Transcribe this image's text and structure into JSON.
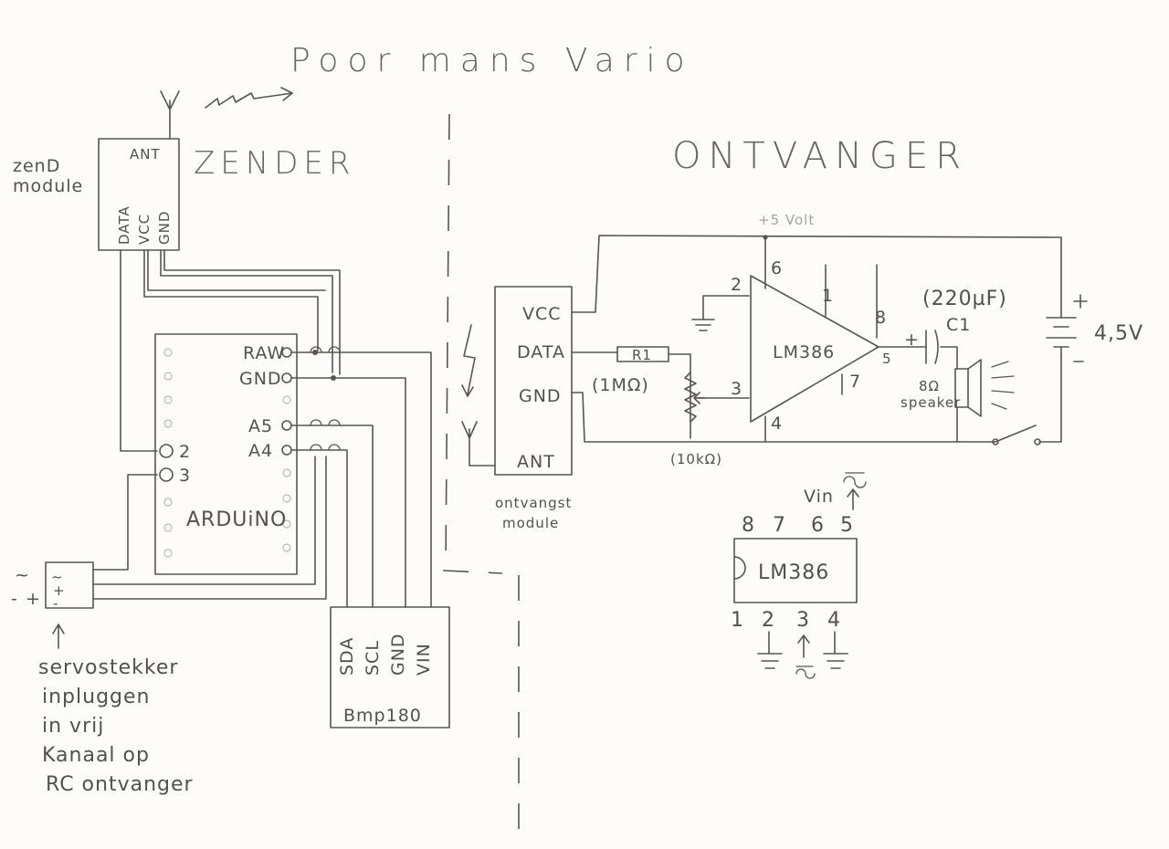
{
  "title": "Poor mans Vario",
  "transmitter": {
    "heading": "ZENDER",
    "module_label_1": "zenD",
    "module_label_2": "module",
    "ant": "ANT",
    "pins": [
      "DATA",
      "VCC",
      "GND"
    ],
    "arduino_label": "ARDUiNO",
    "arduino_pins_right": [
      "RAW",
      "GND",
      "A5",
      "A4"
    ],
    "arduino_pins_left": [
      "2",
      "3"
    ],
    "servo_signs": [
      "~",
      "+",
      "-"
    ],
    "servo_note": [
      "servostekker",
      "inpluggen",
      "in vrij",
      "Kanaal op",
      "RC ontvanger"
    ],
    "sensor_label": "Bmp180",
    "sensor_pins": [
      "SDA",
      "SCL",
      "GND",
      "VIN"
    ]
  },
  "receiver": {
    "heading": "ONTVANGER",
    "module_pins": [
      "VCC",
      "DATA",
      "GND",
      "ANT"
    ],
    "module_note": [
      "ontvangst",
      "module"
    ],
    "r1_label": "R1",
    "r1_value": "(1MΩ)",
    "pot_value": "(10kΩ)",
    "amp_label": "LM386",
    "amp_pins": [
      "2",
      "3",
      "6",
      "4",
      "1",
      "8",
      "7",
      "5"
    ],
    "cap_value": "(220µF)",
    "cap_label": "C1",
    "speaker_value": "8Ω",
    "speaker_label": "speaker",
    "battery_value": "4,5V",
    "supply_label": "+5 Volt",
    "chip_label": "LM386",
    "chip_top_pins": [
      "8",
      "7",
      "6",
      "5"
    ],
    "chip_bottom_pins": [
      "1",
      "2",
      "3",
      "4"
    ],
    "vin_label": "Vin"
  }
}
